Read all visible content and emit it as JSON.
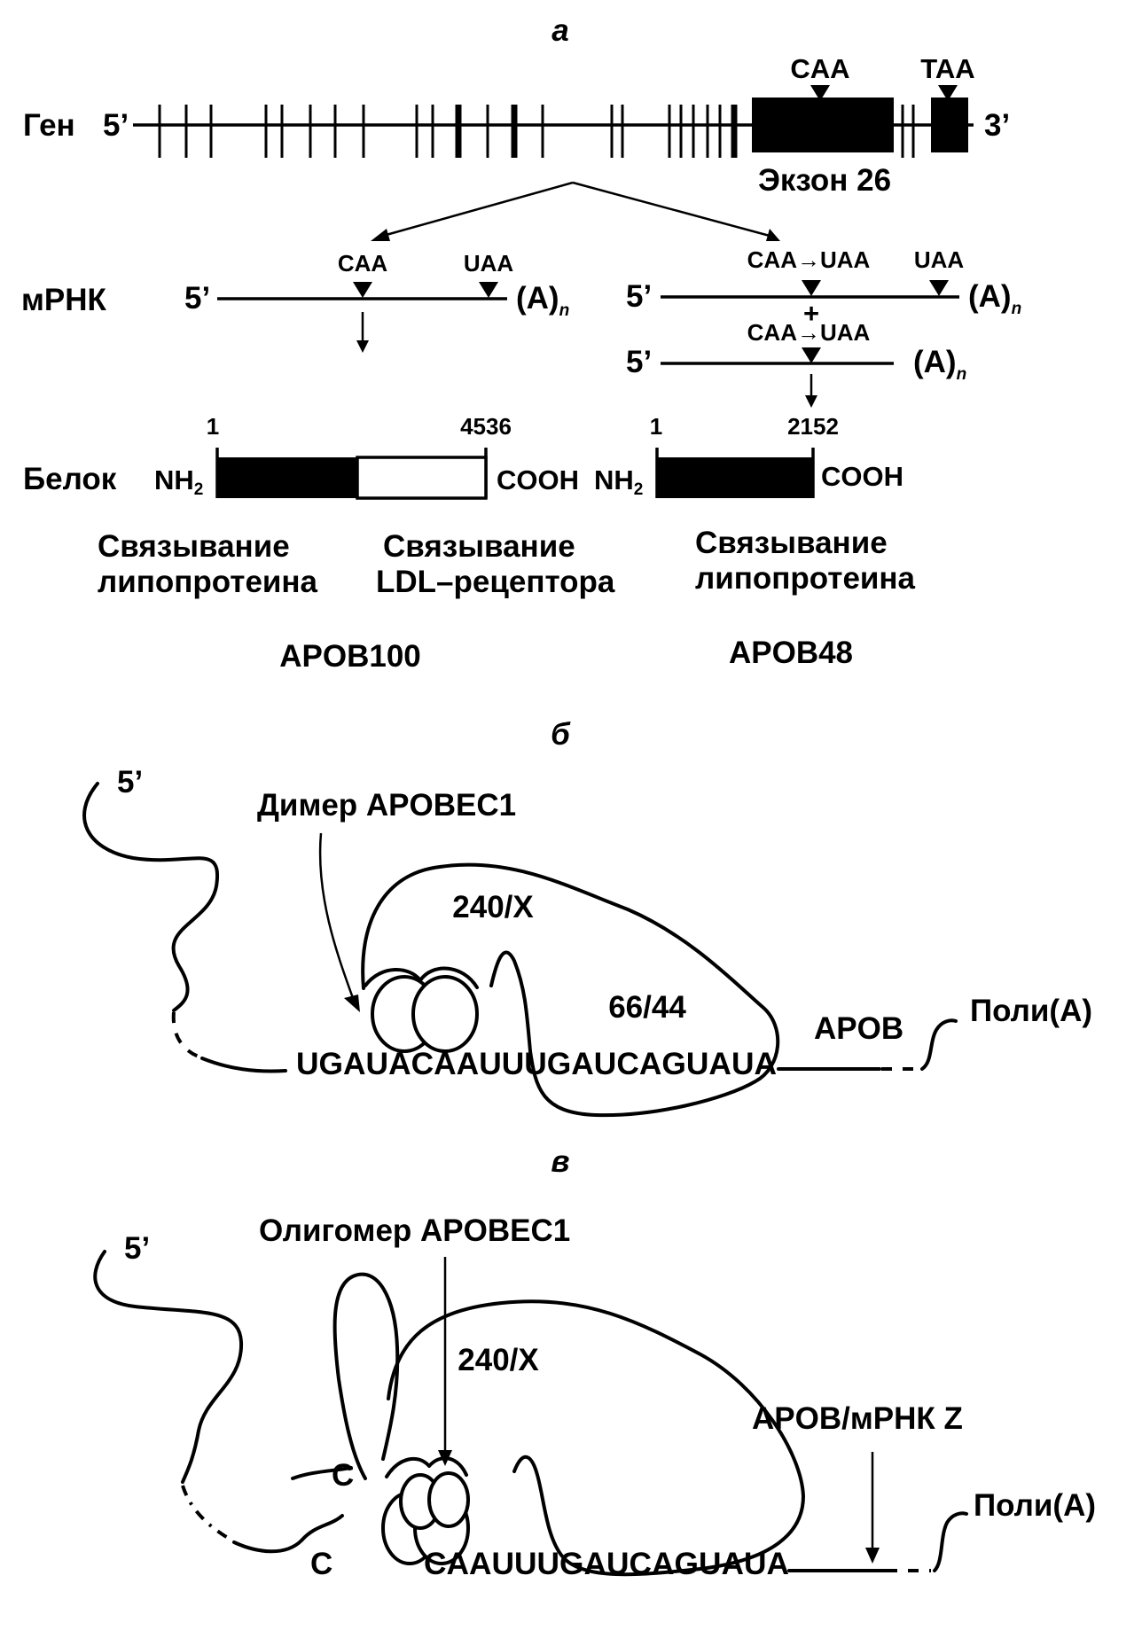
{
  "panel_a": {
    "letter": "а",
    "gene": {
      "row_label": "Ген",
      "five_prime": "5’",
      "three_prime": "3’",
      "codon_caa": "CAA",
      "codon_taa": "TAA",
      "exon_label": "Экзон 26"
    },
    "mrna": {
      "row_label": "мРНК",
      "left": {
        "five_prime": "5’",
        "codon_1": "CAA",
        "codon_2": "UAA",
        "tail": "(A)",
        "tail_sub": "n"
      },
      "right": {
        "five_prime_1": "5’",
        "edit_1": "CAA→UAA",
        "codon_2": "UAA",
        "tail_1": "(A)",
        "tail_1_sub": "n",
        "plus": "+",
        "five_prime_2": "5’",
        "edit_2": "CAA→UAA",
        "tail_2": "(A)",
        "tail_2_sub": "n"
      }
    },
    "protein": {
      "row_label": "Белок",
      "left": {
        "nh2": "NH",
        "nh2_sub": "2",
        "start": "1",
        "end": "4536",
        "cooh": "COOH"
      },
      "right": {
        "nh2": "NH",
        "nh2_sub": "2",
        "start": "1",
        "end": "2152",
        "cooh": "COOH"
      }
    },
    "domains": {
      "left_1": [
        "Связывание",
        "липопротеина"
      ],
      "left_2": [
        "Связывание",
        "LDL–рецептора"
      ],
      "right_1": [
        "Связывание",
        "липопротеина"
      ]
    },
    "names": {
      "left": "APOB100",
      "right": "APOB48"
    }
  },
  "panel_b": {
    "letter": "б",
    "five_prime": "5’",
    "enzyme": "Димер APOBEC1",
    "loop_label": "240/X",
    "inner_label": "66/44",
    "gene_label": "APOB",
    "tail_label": "Поли(A)",
    "sequence": "UGAUACAAUUUGAUCAGUAUA"
  },
  "panel_c": {
    "letter": "в",
    "five_prime": "5’",
    "enzyme": "Олигомер APOBEC1",
    "loop_label": "240/X",
    "target_label": "APOB/мРНК Z",
    "tail_label": "Поли(A)",
    "sequence": "CAAUUUGAUCAGUAUA",
    "c_upper": "C",
    "c_lower": "C"
  }
}
